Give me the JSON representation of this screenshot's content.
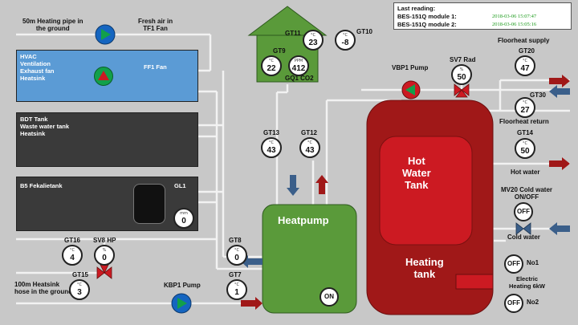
{
  "colors": {
    "background": "#c8c8c8",
    "pipe": "#f2f2f2",
    "hvac_panel": "#5b9bd5",
    "tank_panel": "#3a3a3a",
    "heatpump": "#5a9a3a",
    "tank": "#a01818",
    "hot_water": "#cc1a22",
    "arrow_supply": "#a01818",
    "arrow_return": "#3b5f8a",
    "pump_blue": "#1565c0",
    "pump_green": "#12a04a",
    "valve_red": "#cc1a22"
  },
  "labels": {
    "heating_pipe": "50m Heating pipe in\nthe ground",
    "fresh_air": "Fresh air in\nTF1 Fan",
    "hvac": "HVAC\nVentilation\nExhaust fan\nHeatsink",
    "ff1_fan": "FF1 Fan",
    "bdt": "BDT Tank\nWaste water tank\nHeatsink",
    "b5": "B5 Fekalietank",
    "gl1": "GL1",
    "gq1": "GQ1 CO2",
    "vbp1_pump": "VBP1 Pump",
    "sv7_rad": "SV7 Rad",
    "floorheat_supply": "Floorheat supply",
    "floorheat_return": "Floorheat return",
    "hot_water": "Hot water",
    "mv20": "MV20 Cold water\nON/OFF",
    "cold_water": "Cold water",
    "sv8_hp": "SV8 HP",
    "heatsink_hose": "100m Heatsink\nhose in the ground",
    "kbp1_pump": "KBP1 Pump",
    "heatpump": "Heatpump",
    "hot_water_tank": "Hot\nWater\nTank",
    "heating_tank": "Heating\ntank",
    "electric_heating": "Electric\nHeating 6kW",
    "no1": "No1",
    "no2": "No2"
  },
  "last_reading": {
    "title": "Last reading:",
    "rows": [
      {
        "name": "BES-151Q module 1:",
        "time": "2018-03-06 15:07:47"
      },
      {
        "name": "BES-151Q module 2:",
        "time": "2018-03-06 15:05:16"
      }
    ]
  },
  "gauges": {
    "gt11": {
      "tag": "GT11",
      "unit": "°C",
      "value": "23"
    },
    "gt10": {
      "tag": "GT10",
      "unit": "°C",
      "value": "-8"
    },
    "gt9": {
      "tag": "GT9",
      "unit": "°C",
      "value": "22"
    },
    "gq1": {
      "unit": "PPM",
      "value": "412"
    },
    "gl1": {
      "unit": "mm",
      "value": "0"
    },
    "gt13": {
      "tag": "GT13",
      "unit": "°C",
      "value": "43"
    },
    "gt12": {
      "tag": "GT12",
      "unit": "°C",
      "value": "43"
    },
    "sv7": {
      "unit": "%",
      "value": "50"
    },
    "gt20": {
      "tag": "GT20",
      "unit": "°C",
      "value": "47"
    },
    "gt30": {
      "tag": "GT30",
      "unit": "°C",
      "value": "27"
    },
    "gt14": {
      "tag": "GT14",
      "unit": "°C",
      "value": "50"
    },
    "gt16": {
      "tag": "GT16",
      "unit": "°C",
      "value": "4"
    },
    "sv8": {
      "unit": "%",
      "value": "0"
    },
    "gt8": {
      "tag": "GT8",
      "unit": "°C",
      "value": "0"
    },
    "gt15": {
      "tag": "GT15",
      "unit": "°C",
      "value": "3"
    },
    "gt7": {
      "tag": "GT7",
      "unit": "°C",
      "value": "1"
    }
  },
  "buttons": {
    "mv20": "OFF",
    "heatpump": "ON",
    "no1": "OFF",
    "no2": "OFF"
  }
}
